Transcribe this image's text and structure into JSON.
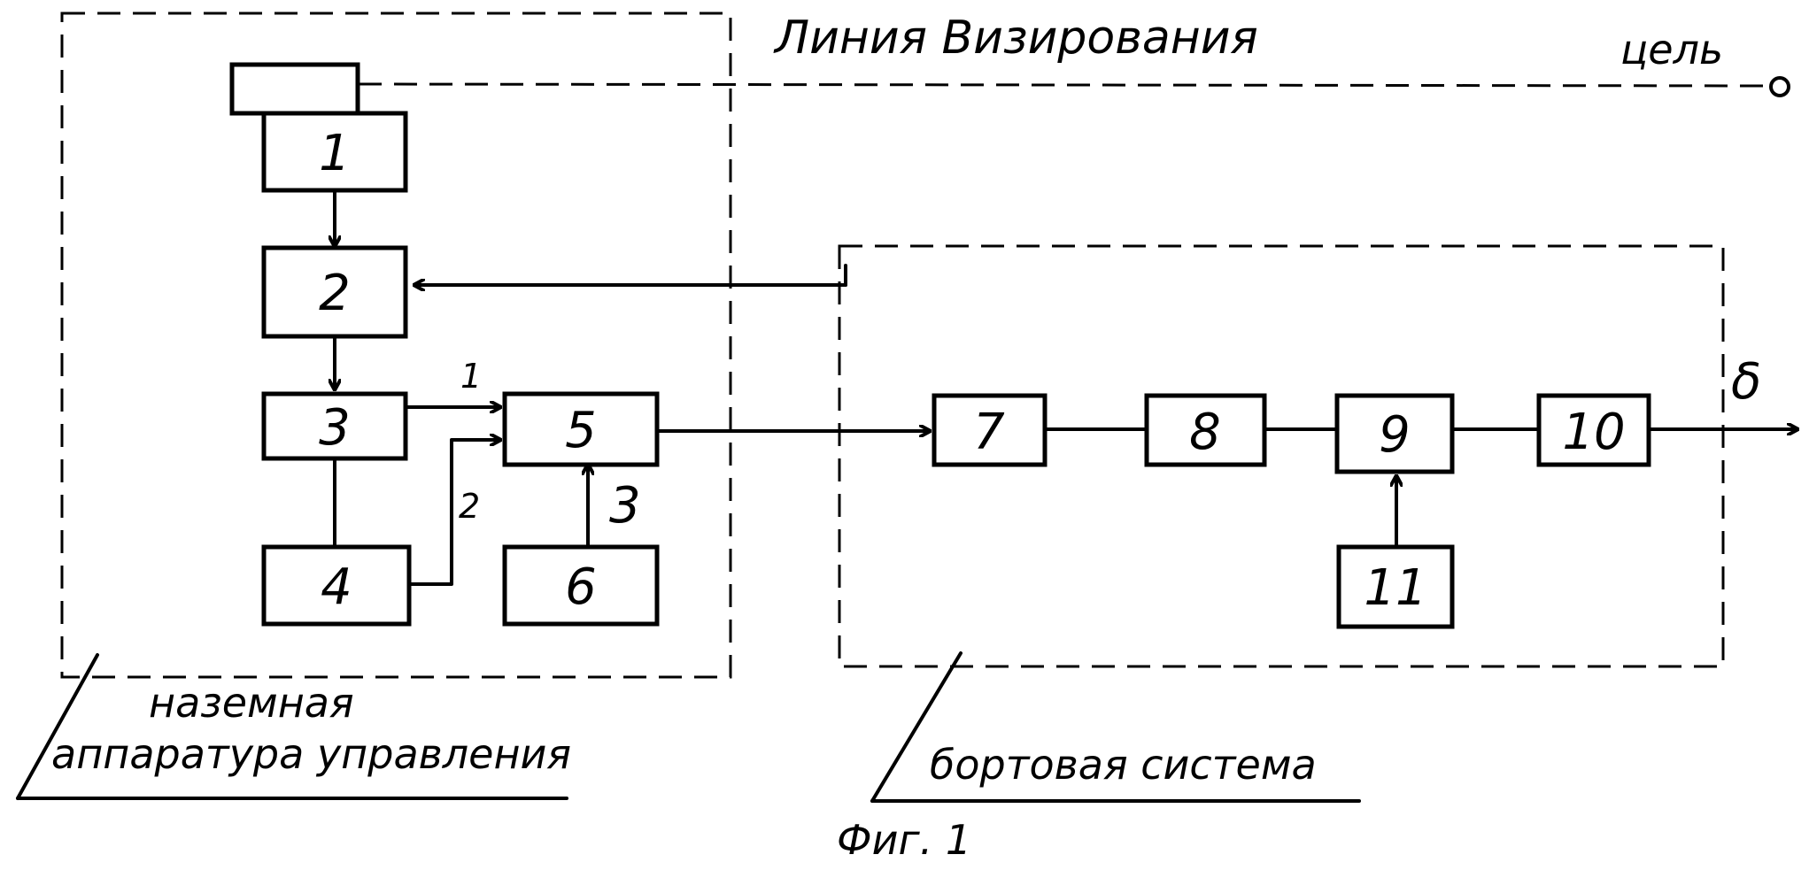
{
  "blocks": {
    "b0": "",
    "b1": "1",
    "b2": "2",
    "b3": "3",
    "b4": "4",
    "b5": "5",
    "b6": "6",
    "b7": "7",
    "b8": "8",
    "b9": "9",
    "b10": "10",
    "b11": "11"
  },
  "labels": {
    "sight_line": "Линия Визирования",
    "target": "цель",
    "output": "δ",
    "input1": "1",
    "input2": "2",
    "input3": "3",
    "ground_line1": "наземная",
    "ground_line2": "аппаратура управления",
    "onboard": "бортовая система",
    "figure": "Фиг. 1"
  }
}
